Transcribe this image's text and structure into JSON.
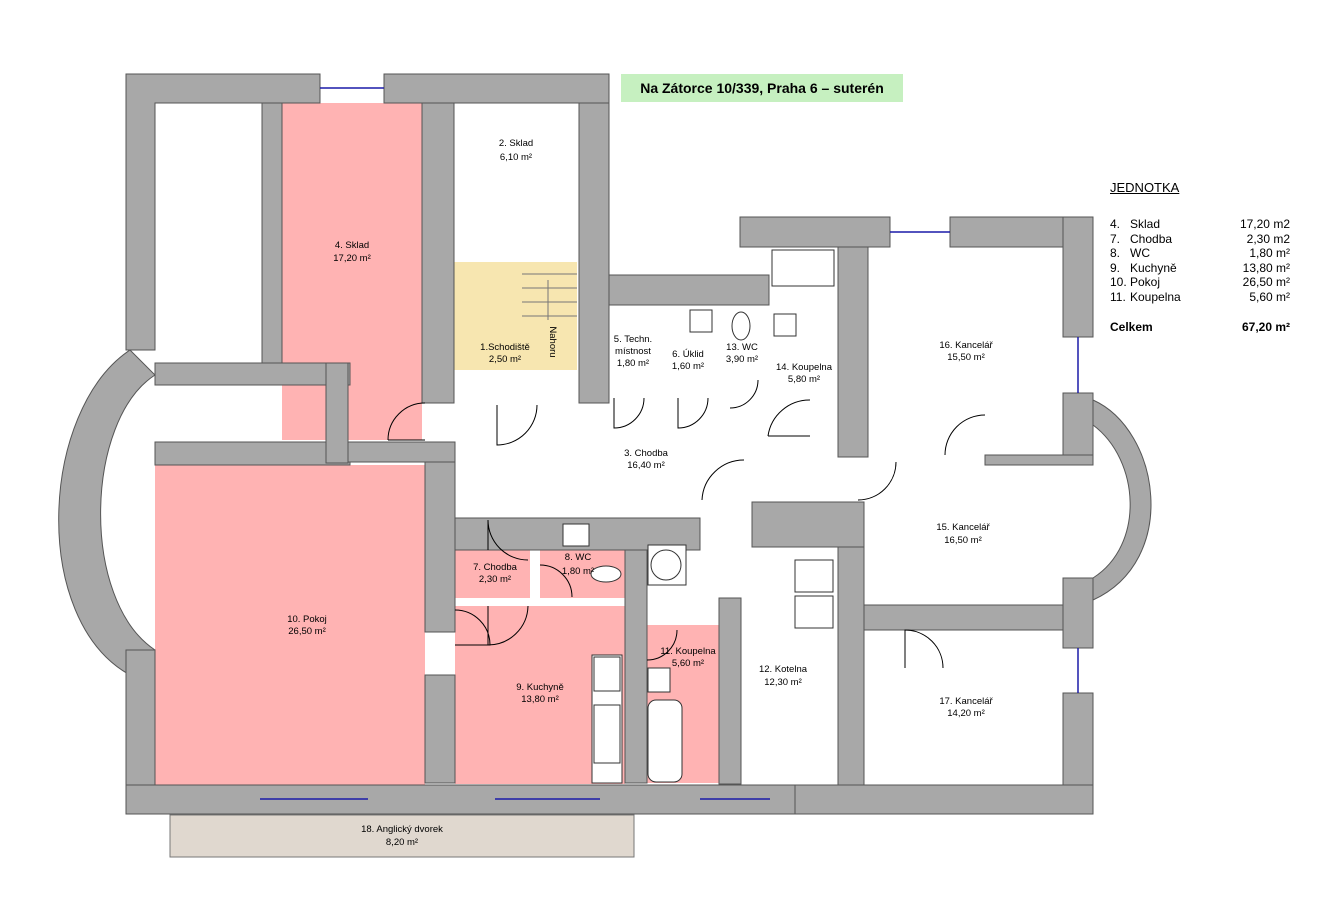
{
  "title": "Na Zátorce 10/339, Praha 6 – suterén",
  "rooms": {
    "r1": {
      "name": "1.Schodiště",
      "area": "2,50 m²"
    },
    "r2": {
      "name": "2. Sklad",
      "area": "6,10 m²"
    },
    "r3": {
      "name": "3. Chodba",
      "area": "16,40 m²"
    },
    "r4": {
      "name": "4. Sklad",
      "area": "17,20 m²"
    },
    "r5": {
      "name_1": "5. Techn.",
      "name_2": "místnost",
      "area": "1,80 m²"
    },
    "r6": {
      "name": "6. Úklid",
      "area": "1,60 m²"
    },
    "r7": {
      "name": "7. Chodba",
      "area": "2,30 m²"
    },
    "r8": {
      "name": "8. WC",
      "area": "1,80 m²"
    },
    "r9": {
      "name": "9. Kuchyně",
      "area": "13,80 m²"
    },
    "r10": {
      "name": "10. Pokoj",
      "area": "26,50 m²"
    },
    "r11": {
      "name": "11. Koupelna",
      "area": "5,60 m²"
    },
    "r12": {
      "name": "12. Kotelna",
      "area": "12,30 m²"
    },
    "r13": {
      "name": "13. WC",
      "area": "3,90 m²"
    },
    "r14": {
      "name": "14. Koupelna",
      "area": "5,80 m²"
    },
    "r15": {
      "name": "15. Kancelář",
      "area": "16,50 m²"
    },
    "r16": {
      "name": "16. Kancelář",
      "area": "15,50 m²"
    },
    "r17": {
      "name": "17. Kancelář",
      "area": "14,20 m²"
    },
    "r18": {
      "name": "18. Anglický dvorek",
      "area": "8,20 m²"
    }
  },
  "stair_label": "Nahoru",
  "legend": {
    "heading": "JEDNOTKA",
    "rows": [
      {
        "num": "4.",
        "name": "Sklad",
        "area": "17,20 m2"
      },
      {
        "num": "7.",
        "name": "Chodba",
        "area": "2,30 m2"
      },
      {
        "num": "8.",
        "name": "WC",
        "area": "1,80 m²"
      },
      {
        "num": "9.",
        "name": "Kuchyně",
        "area": "13,80 m²"
      },
      {
        "num": "10.",
        "name": "Pokoj",
        "area": "26,50 m²"
      },
      {
        "num": "11.",
        "name": "Koupelna",
        "area": "5,60 m²"
      }
    ],
    "total_label": "Celkem",
    "total_area": "67,20 m²"
  },
  "colors": {
    "unit_fill": "#ffb3b3",
    "stair_fill": "#f7e6b0",
    "courtyard_fill": "#e0d8cf",
    "wall": "#a8a8a8",
    "title_bg": "#c6f0c0",
    "window": "#1a1aa8"
  }
}
